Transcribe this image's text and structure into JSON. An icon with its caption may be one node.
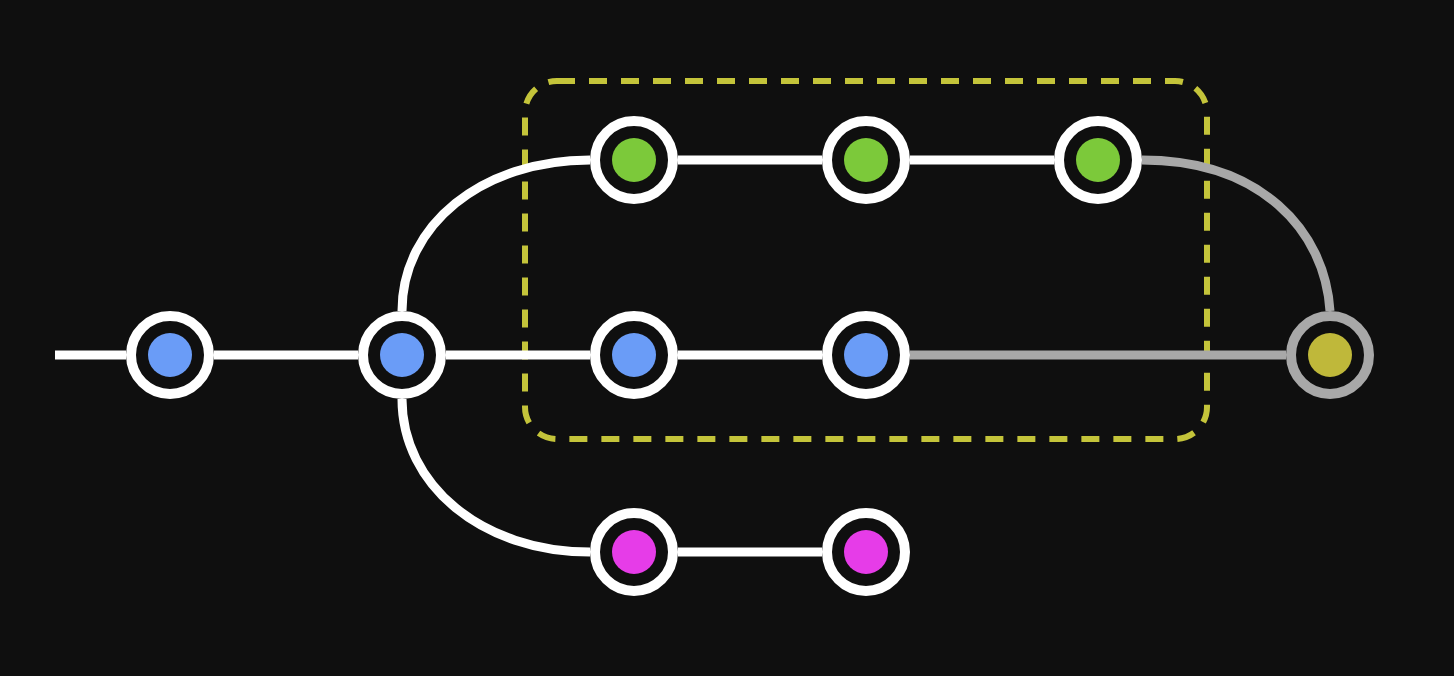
{
  "diagram": {
    "nodes": [
      {
        "text": [],
        "shape": "box"
      },
      {
        "text": [],
        "shape": "circle"
      },
      {
        "text": [],
        "shape": "circle"
      },
      {
        "text": [],
        "shape": "circle",
        "in": 0
      },
      {
        "text": [],
        "shape": "circle",
        "in": 0
      },
      {
        "text": [],
        "shape": "circle",
        "in": 0
      },
      {
        "text": [],
        "shape": "circle",
        "in": 0
      },
      {
        "text": [],
        "shape": "circle",
        "in": 0
      },
      {
        "text": [],
        "shape": "circle"
      },
      {
        "text": [],
        "shape": "circle"
      },
      {
        "text": [],
        "shape": "circle"
      }
    ],
    "edges": [
      {
        "from": null,
        "to": 1,
        "arrow": "none"
      },
      {
        "from": 1,
        "to": 2,
        "arrow": "none"
      },
      {
        "from": 2,
        "to": 3,
        "arrow": "none"
      },
      {
        "from": 3,
        "to": 4,
        "arrow": "none"
      },
      {
        "from": 4,
        "to": 5,
        "arrow": "none"
      },
      {
        "from": 5,
        "to": 8,
        "arrow": "none",
        "color": "#a8a8a8"
      },
      {
        "from": 2,
        "to": 6,
        "arrow": "none"
      },
      {
        "from": 6,
        "to": 7,
        "arrow": "none"
      },
      {
        "from": 7,
        "to": 8,
        "arrow": "none",
        "color": "#a8a8a8"
      },
      {
        "from": 2,
        "to": 9,
        "arrow": "none"
      },
      {
        "from": 9,
        "to": 10,
        "arrow": "none"
      }
    ]
  }
}
